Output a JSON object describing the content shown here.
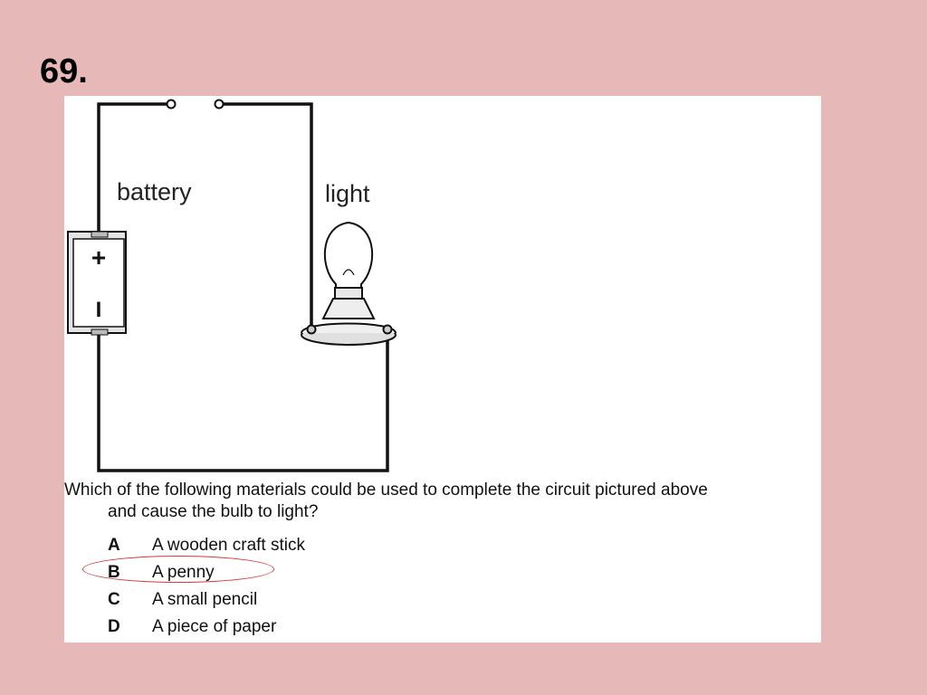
{
  "slide": {
    "number": "69."
  },
  "diagram": {
    "battery_label": "battery",
    "light_label": "light",
    "battery_plus": "+",
    "battery_minus": "I"
  },
  "question": {
    "line1": "Which of the following materials could be used to complete the circuit pictured above",
    "line2": "and cause the bulb to light?",
    "options": [
      {
        "letter": "A",
        "text": "A wooden craft stick"
      },
      {
        "letter": "B",
        "text": "A penny"
      },
      {
        "letter": "C",
        "text": "A small pencil"
      },
      {
        "letter": "D",
        "text": "A piece of paper"
      }
    ],
    "highlighted_option": "B"
  },
  "colors": {
    "background": "#e6b8b7",
    "card": "#ffffff",
    "highlight_ring": "#d63a3a"
  }
}
